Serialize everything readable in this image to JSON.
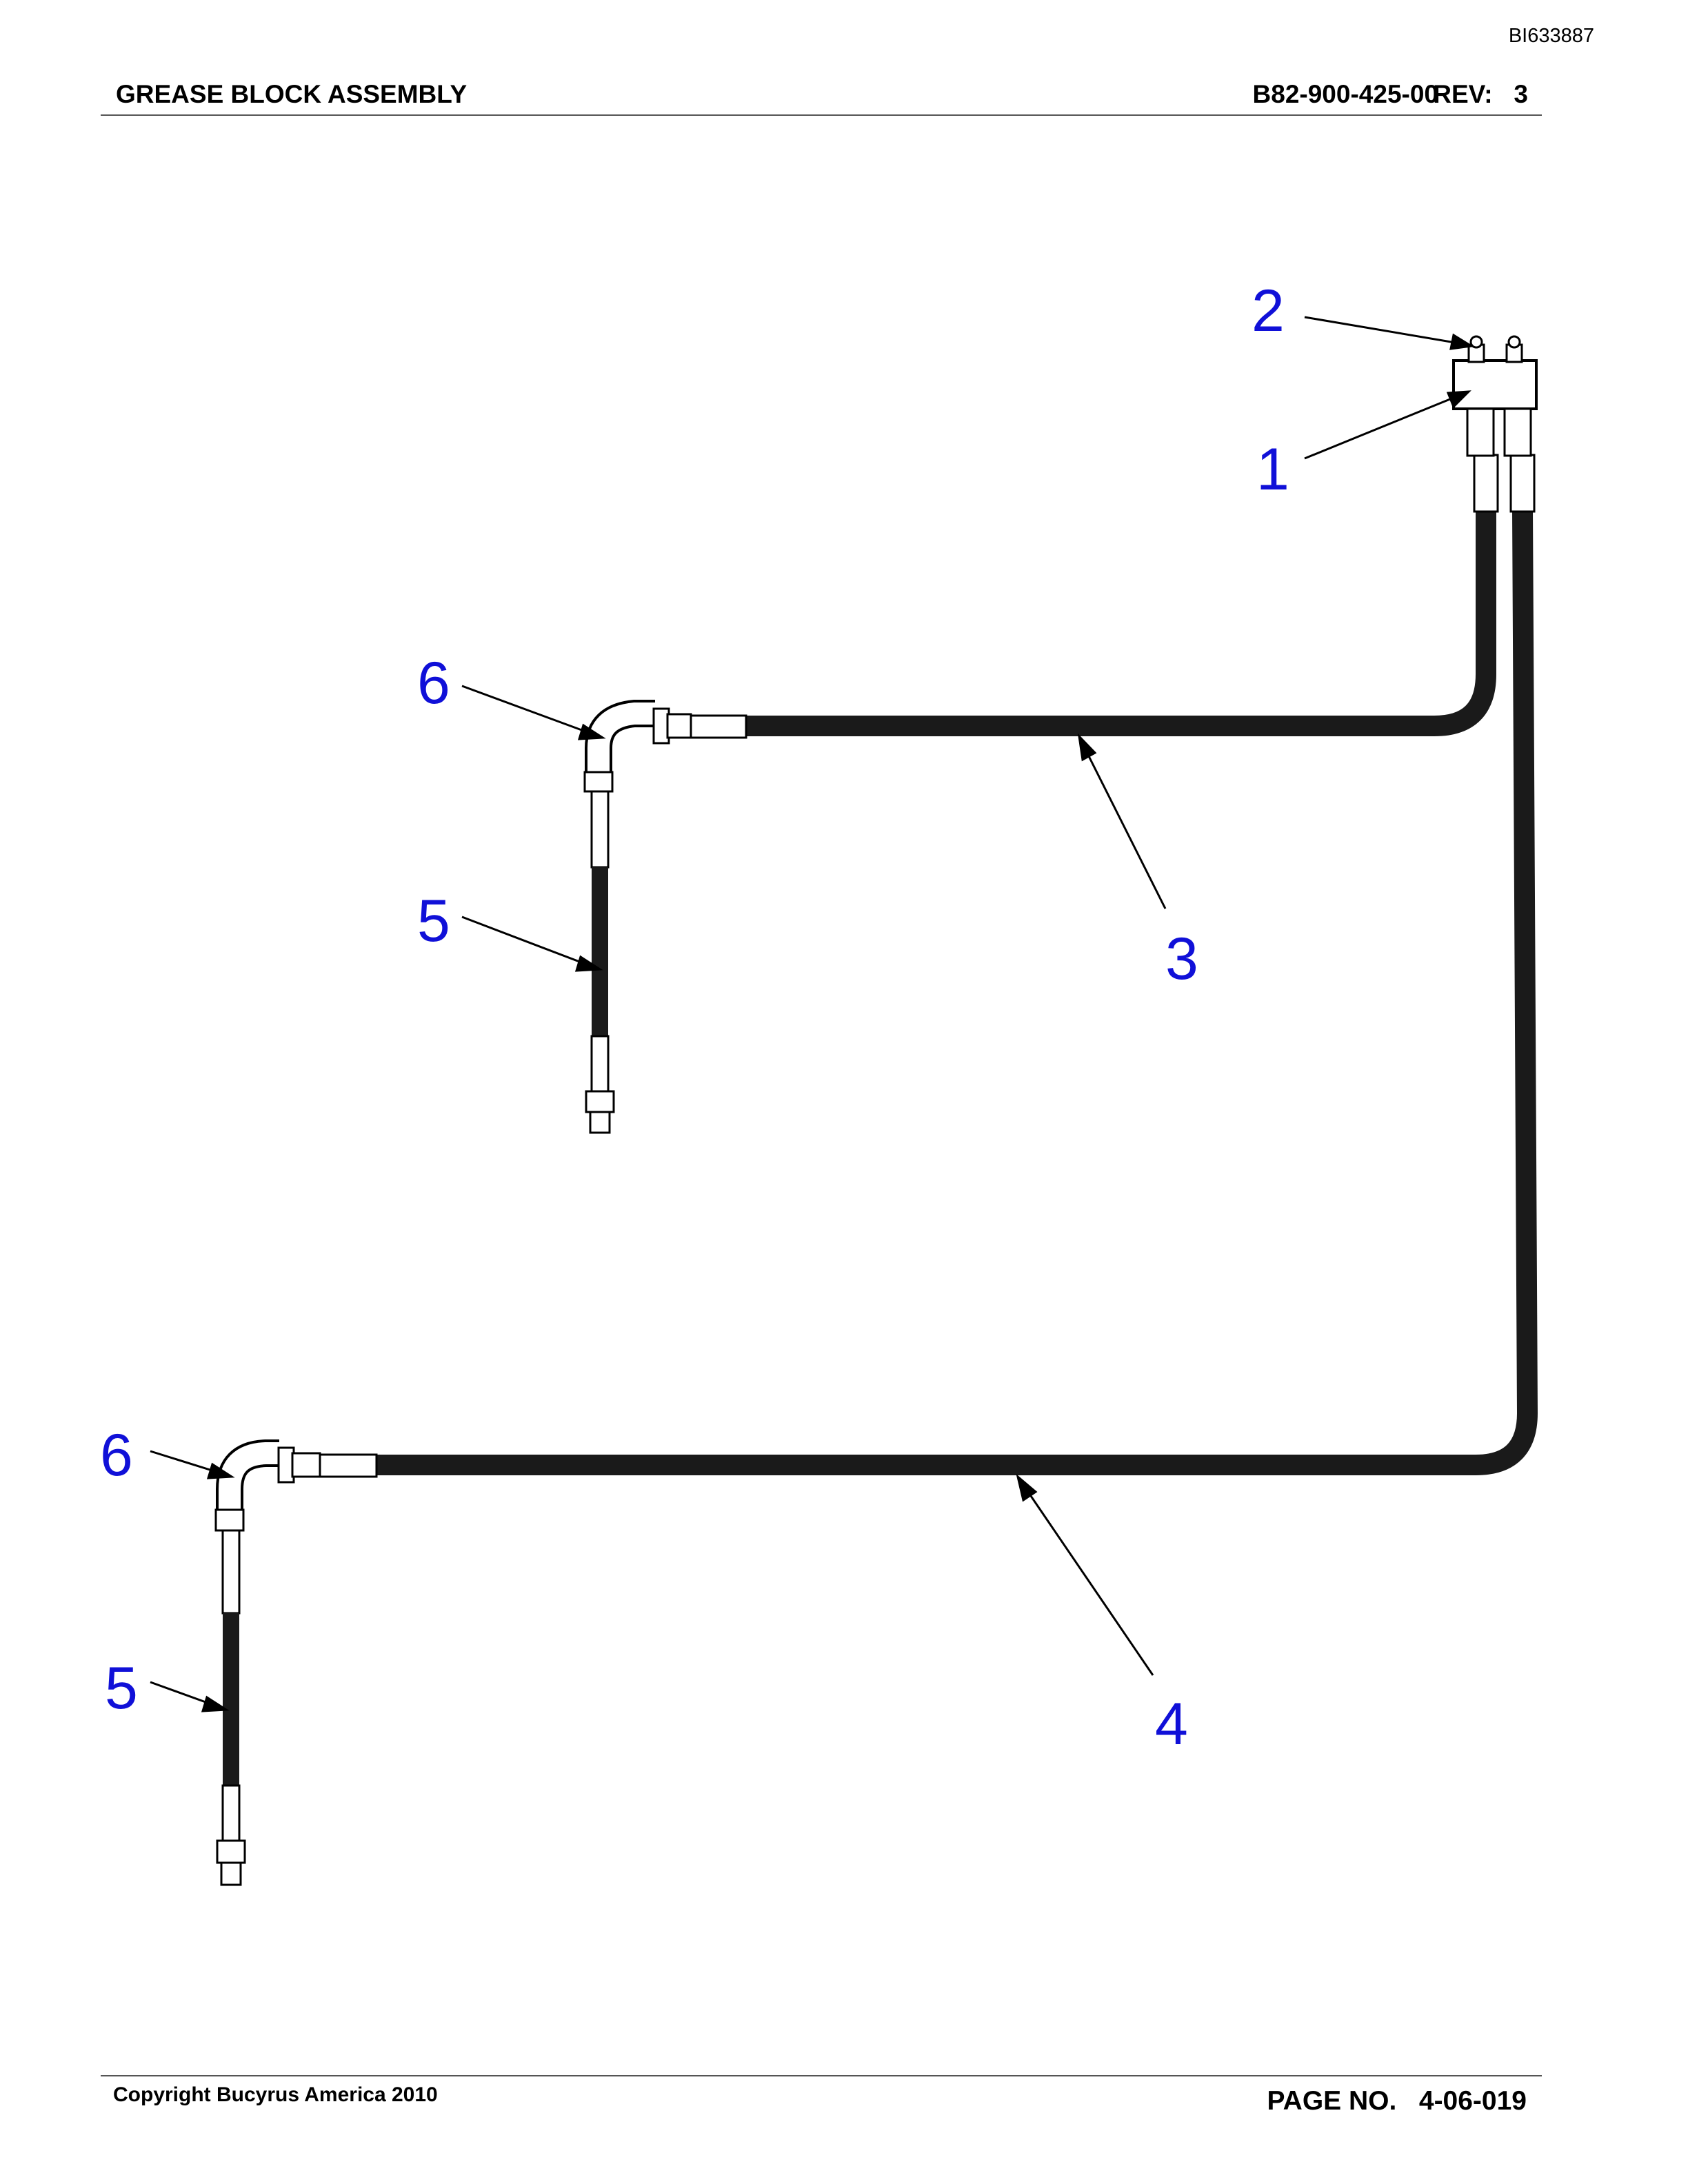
{
  "header": {
    "doc_id": "BI633887",
    "title": "GREASE BLOCK ASSEMBLY",
    "part_number": "B82-900-425-00",
    "rev_label": "REV:",
    "rev_value": "3"
  },
  "callouts": {
    "c1": "1",
    "c2": "2",
    "c3": "3",
    "c4": "4",
    "c5a": "5",
    "c5b": "5",
    "c6a": "6",
    "c6b": "6"
  },
  "colors": {
    "callout": "#1010d8",
    "hose": "#1a1a1a"
  },
  "footer": {
    "copyright": "Copyright Bucyrus America 2010",
    "page_label": "PAGE NO.",
    "page_value": "4-06-019"
  }
}
